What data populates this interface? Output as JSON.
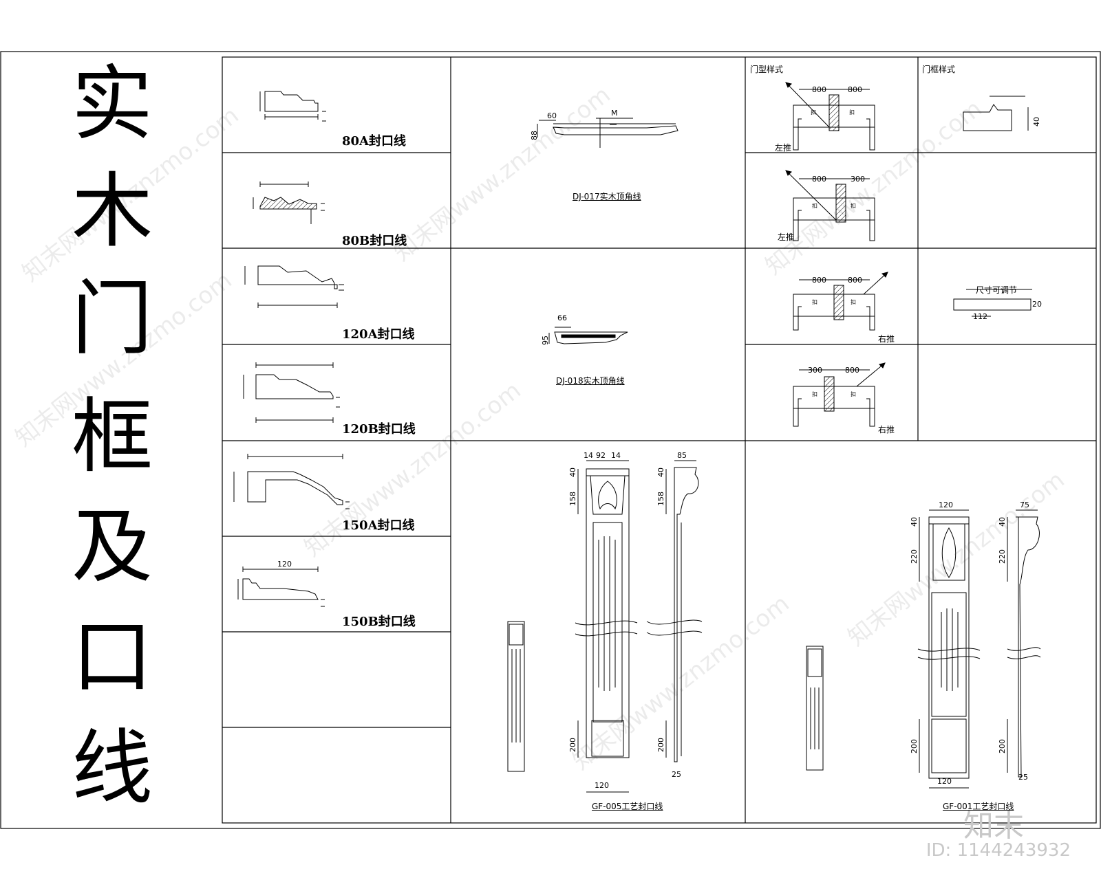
{
  "title_chars": [
    "实",
    "木",
    "门",
    "框",
    "及",
    "口",
    "线"
  ],
  "profiles": {
    "p80a": "80A封口线",
    "p80b": "80B封口线",
    "p120a": "120A封口线",
    "p120b": "120B封口线",
    "p150a": "150A封口线",
    "p150b": "150B封口线"
  },
  "crown": {
    "dj017": "DJ-017实木顶角线",
    "dj018": "DJ-018实木顶角线",
    "dj017_dims": {
      "w": "60",
      "h": "88",
      "m": "M"
    },
    "dj018_dims": {
      "w": "66",
      "h": "95"
    },
    "p150b_dim": "120"
  },
  "door_types": {
    "header_type": "门型样式",
    "header_frame": "门框样式",
    "left_push": "左推",
    "right_push": "右推",
    "d1": [
      "800",
      "800"
    ],
    "d2": [
      "800",
      "300"
    ],
    "d3": [
      "800",
      "800"
    ],
    "d4": [
      "300",
      "800"
    ],
    "leaf": "扣",
    "frame_h": "40",
    "adjust": "尺寸可调节",
    "adjust_h": "20",
    "adjust_w": "112"
  },
  "pilasters": {
    "gf005": "GF-005工艺封口线",
    "gf001": "GF-001工艺封口线",
    "gf005_dims": {
      "top": [
        "14",
        "92",
        "14"
      ],
      "side_w": "85",
      "h40": "40",
      "h158": "158",
      "h200": "200",
      "w120": "120",
      "h25": "25"
    },
    "gf001_dims": {
      "top": "120",
      "side_w": "75",
      "h40": "40",
      "h220": "220",
      "h200": "200",
      "w120": "120",
      "h25": "25"
    }
  },
  "watermark": "知末网www.znzmo.com",
  "brand": "知末",
  "image_id": "ID: 1144243932"
}
